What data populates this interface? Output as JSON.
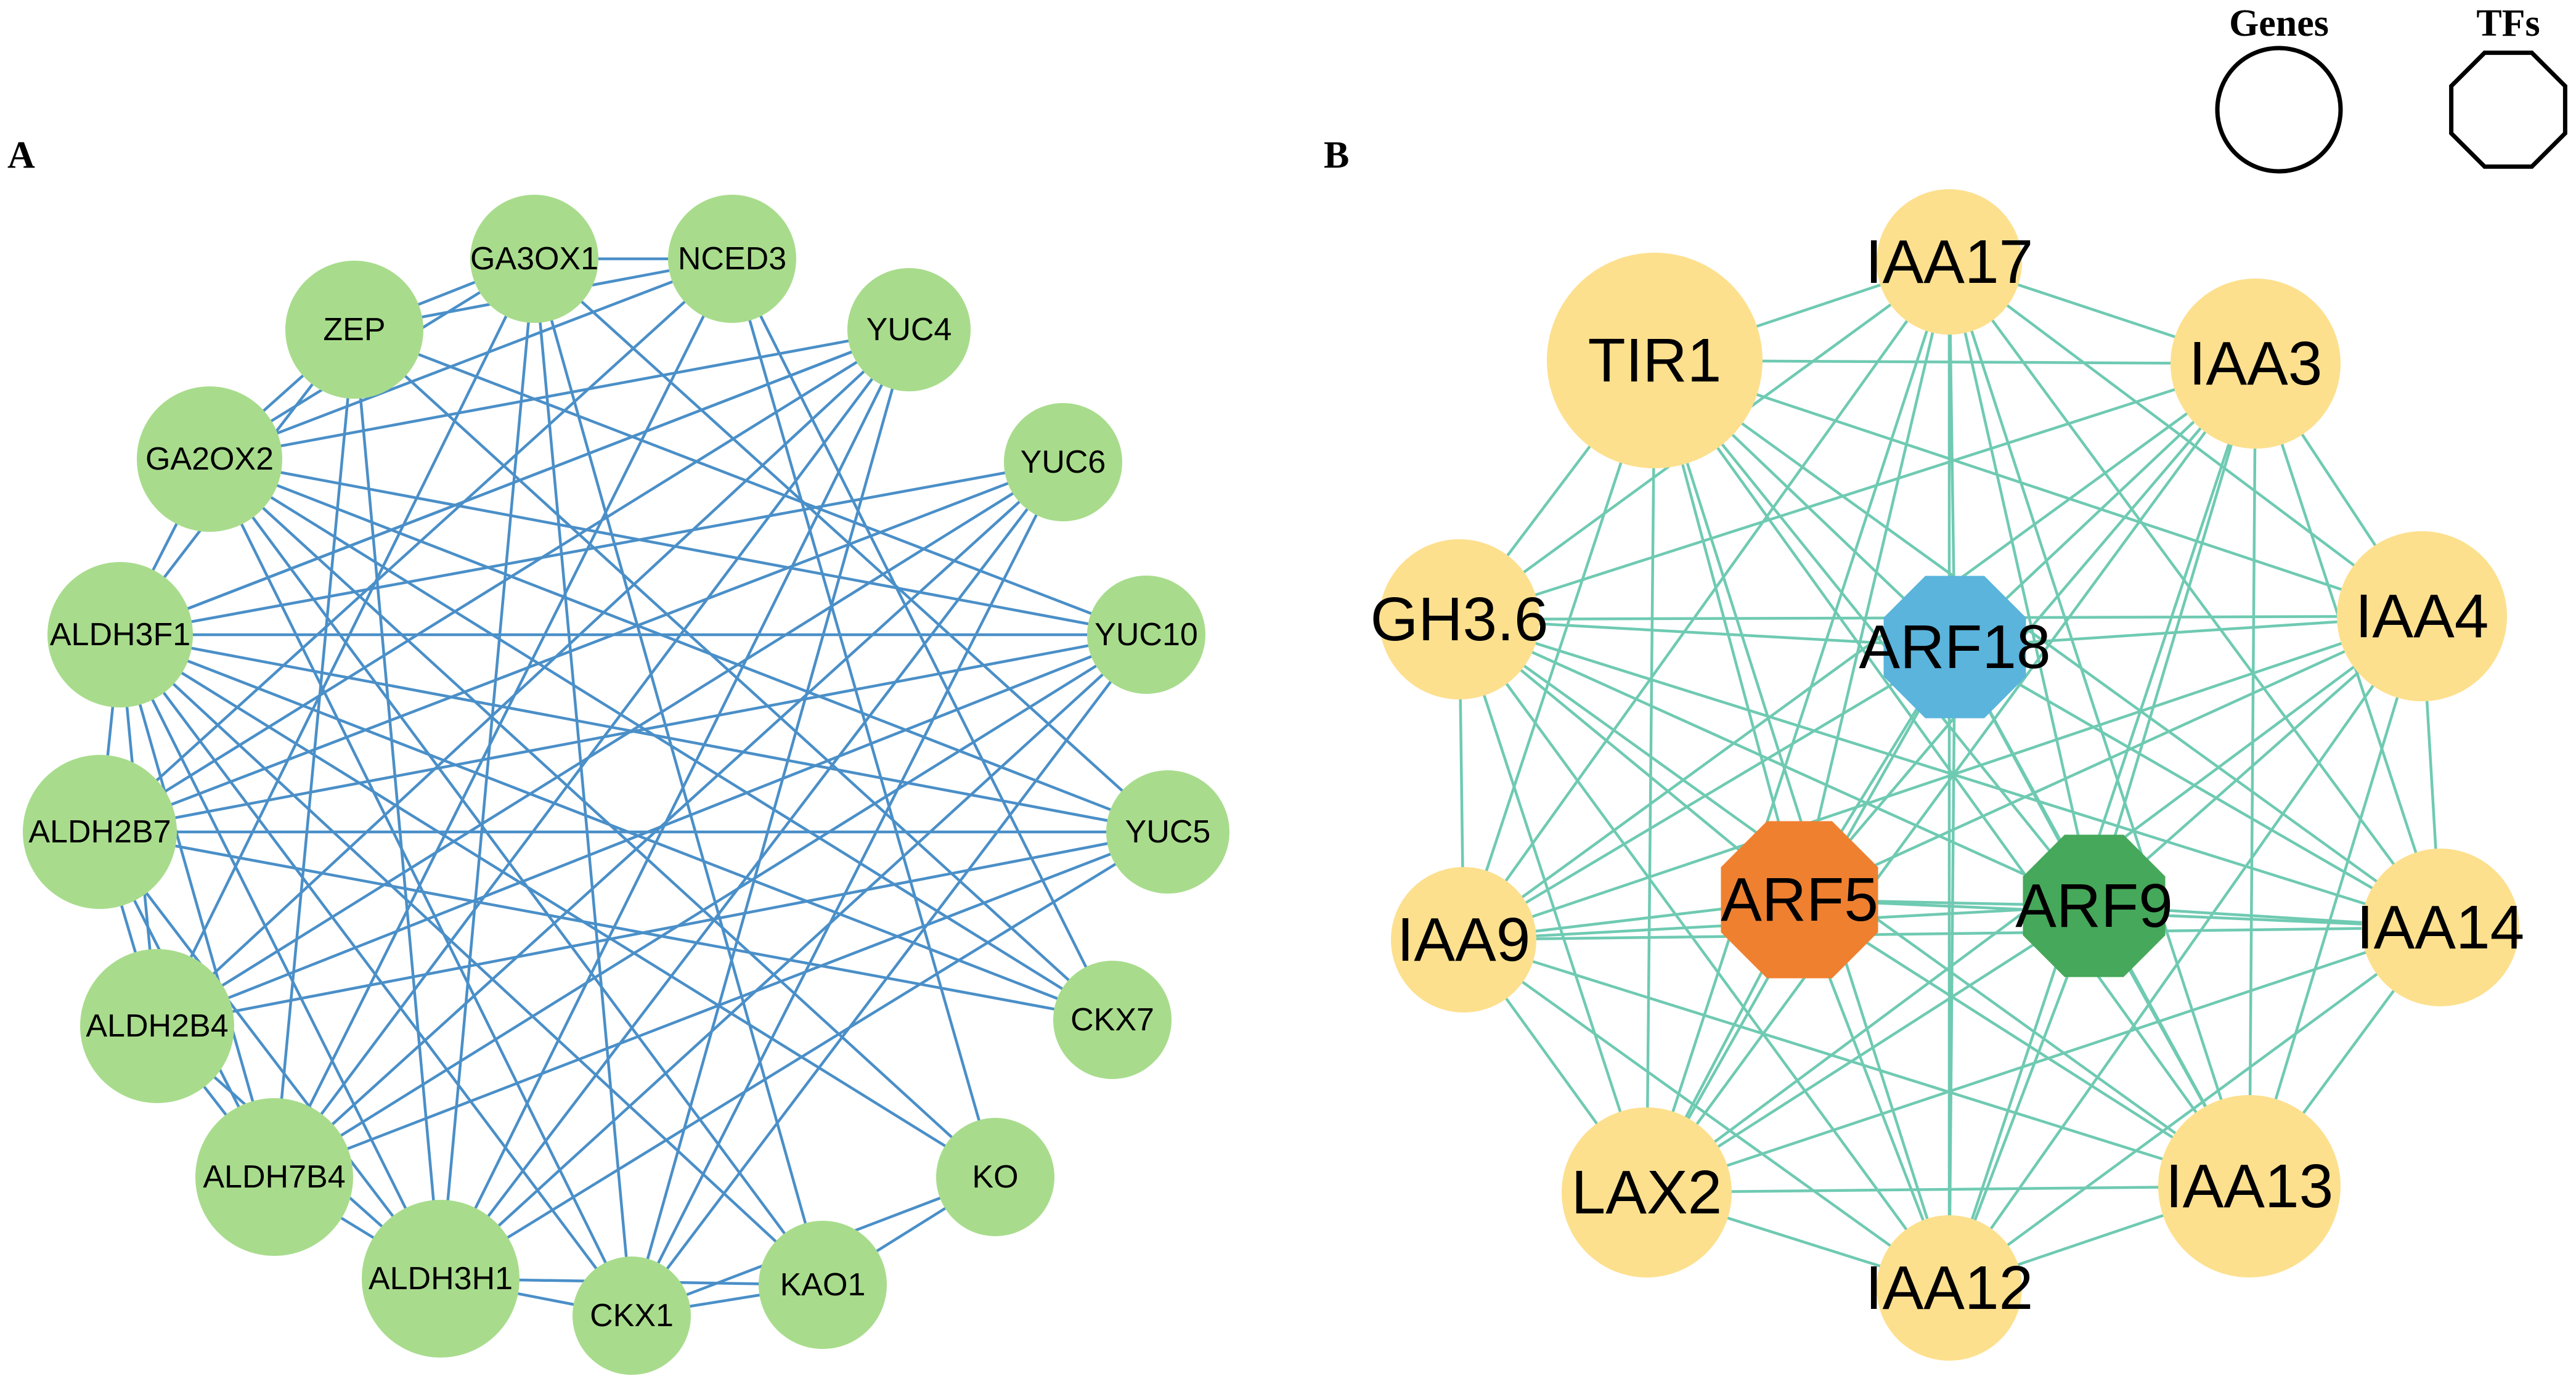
{
  "panels": [
    {
      "letter": "A",
      "node_color": "#a8dc8c",
      "edge_color": "#4a8fc8",
      "nodes": [
        {
          "id": "GA3OX1",
          "label": "GA3OX1",
          "shape": "circle"
        },
        {
          "id": "NCED3",
          "label": "NCED3",
          "shape": "circle"
        },
        {
          "id": "YUC4",
          "label": "YUC4",
          "shape": "circle"
        },
        {
          "id": "YUC6",
          "label": "YUC6",
          "shape": "circle"
        },
        {
          "id": "YUC10",
          "label": "YUC10",
          "shape": "circle"
        },
        {
          "id": "YUC5",
          "label": "YUC5",
          "shape": "circle"
        },
        {
          "id": "CKX7",
          "label": "CKX7",
          "shape": "circle"
        },
        {
          "id": "KO",
          "label": "KO",
          "shape": "circle"
        },
        {
          "id": "KAO1",
          "label": "KAO1",
          "shape": "circle"
        },
        {
          "id": "CKX1",
          "label": "CKX1",
          "shape": "circle"
        },
        {
          "id": "ALDH3H1",
          "label": "ALDH3H1",
          "shape": "circle"
        },
        {
          "id": "ALDH7B4",
          "label": "ALDH7B4",
          "shape": "circle"
        },
        {
          "id": "ALDH2B4",
          "label": "ALDH2B4",
          "shape": "circle"
        },
        {
          "id": "ALDH2B7",
          "label": "ALDH2B7",
          "shape": "circle"
        },
        {
          "id": "ALDH3F1",
          "label": "ALDH3F1",
          "shape": "circle"
        },
        {
          "id": "GA2OX2",
          "label": "GA2OX2",
          "shape": "circle"
        },
        {
          "id": "ZEP",
          "label": "ZEP",
          "shape": "circle"
        }
      ],
      "edges": [
        [
          "ZEP",
          "GA3OX1"
        ],
        [
          "ZEP",
          "NCED3"
        ],
        [
          "ZEP",
          "GA2OX2"
        ],
        [
          "ZEP",
          "ALDH3F1"
        ],
        [
          "ZEP",
          "ALDH7B4"
        ],
        [
          "ZEP",
          "CKX7"
        ],
        [
          "ZEP",
          "YUC10"
        ],
        [
          "ZEP",
          "ALDH3H1"
        ],
        [
          "GA3OX1",
          "NCED3"
        ],
        [
          "GA3OX1",
          "GA2OX2"
        ],
        [
          "GA3OX1",
          "CKX1"
        ],
        [
          "GA3OX1",
          "ALDH3H1"
        ],
        [
          "GA3OX1",
          "KAO1"
        ],
        [
          "GA3OX1",
          "YUC5"
        ],
        [
          "GA3OX1",
          "ALDH2B4"
        ],
        [
          "NCED3",
          "GA2OX2"
        ],
        [
          "NCED3",
          "KO"
        ],
        [
          "NCED3",
          "ALDH2B7"
        ],
        [
          "NCED3",
          "CKX7"
        ],
        [
          "NCED3",
          "ALDH7B4"
        ],
        [
          "YUC4",
          "ALDH3F1"
        ],
        [
          "YUC4",
          "ALDH2B4"
        ],
        [
          "YUC4",
          "ALDH3H1"
        ],
        [
          "YUC4",
          "CKX1"
        ],
        [
          "YUC4",
          "ALDH7B4"
        ],
        [
          "YUC4",
          "GA2OX2"
        ],
        [
          "YUC4",
          "ALDH2B7"
        ],
        [
          "YUC6",
          "ALDH3F1"
        ],
        [
          "YUC6",
          "ALDH2B7"
        ],
        [
          "YUC6",
          "ALDH7B4"
        ],
        [
          "YUC6",
          "CKX1"
        ],
        [
          "YUC6",
          "ALDH3H1"
        ],
        [
          "YUC6",
          "ALDH2B4"
        ],
        [
          "YUC10",
          "ALDH3F1"
        ],
        [
          "YUC10",
          "ALDH2B7"
        ],
        [
          "YUC10",
          "ALDH2B4"
        ],
        [
          "YUC10",
          "ALDH7B4"
        ],
        [
          "YUC10",
          "ALDH3H1"
        ],
        [
          "YUC10",
          "CKX1"
        ],
        [
          "YUC10",
          "GA2OX2"
        ],
        [
          "YUC5",
          "ALDH3F1"
        ],
        [
          "YUC5",
          "ALDH2B7"
        ],
        [
          "YUC5",
          "ALDH2B4"
        ],
        [
          "YUC5",
          "ALDH7B4"
        ],
        [
          "YUC5",
          "ALDH3H1"
        ],
        [
          "YUC5",
          "GA2OX2"
        ],
        [
          "CKX7",
          "ALDH3F1"
        ],
        [
          "CKX7",
          "GA2OX2"
        ],
        [
          "CKX7",
          "ALDH2B7"
        ],
        [
          "KO",
          "KAO1"
        ],
        [
          "KO",
          "CKX1"
        ],
        [
          "KO",
          "GA2OX2"
        ],
        [
          "KO",
          "ALDH3F1"
        ],
        [
          "KAO1",
          "CKX1"
        ],
        [
          "KAO1",
          "GA2OX2"
        ],
        [
          "KAO1",
          "ALDH3F1"
        ],
        [
          "KAO1",
          "ALDH3H1"
        ],
        [
          "CKX1",
          "ALDH3H1"
        ],
        [
          "CKX1",
          "ALDH3F1"
        ],
        [
          "CKX1",
          "GA2OX2"
        ],
        [
          "ALDH3H1",
          "ALDH7B4"
        ],
        [
          "ALDH3H1",
          "ALDH2B4"
        ],
        [
          "ALDH3H1",
          "ALDH2B7"
        ],
        [
          "ALDH3H1",
          "ALDH3F1"
        ],
        [
          "ALDH7B4",
          "ALDH2B4"
        ],
        [
          "ALDH7B4",
          "ALDH2B7"
        ],
        [
          "ALDH7B4",
          "ALDH3F1"
        ],
        [
          "ALDH2B4",
          "ALDH2B7"
        ],
        [
          "ALDH2B4",
          "ALDH3F1"
        ],
        [
          "ALDH2B7",
          "ALDH3F1"
        ],
        [
          "ALDH3F1",
          "GA2OX2"
        ],
        [
          "ALDH3F1",
          "YUC4"
        ]
      ]
    },
    {
      "letter": "B",
      "edge_color": "#6fcab2",
      "nodes": [
        {
          "id": "IAA17",
          "label": "IAA17",
          "shape": "circle",
          "color": "#fde08e"
        },
        {
          "id": "IAA3",
          "label": "IAA3",
          "shape": "circle",
          "color": "#fde08e"
        },
        {
          "id": "IAA4",
          "label": "IAA4",
          "shape": "circle",
          "color": "#fde08e"
        },
        {
          "id": "IAA14",
          "label": "IAA14",
          "shape": "circle",
          "color": "#fde08e"
        },
        {
          "id": "IAA13",
          "label": "IAA13",
          "shape": "circle",
          "color": "#fde08e"
        },
        {
          "id": "IAA12",
          "label": "IAA12",
          "shape": "circle",
          "color": "#fde08e"
        },
        {
          "id": "LAX2",
          "label": "LAX2",
          "shape": "circle",
          "color": "#fde08e"
        },
        {
          "id": "IAA9",
          "label": "IAA9",
          "shape": "circle",
          "color": "#fde08e"
        },
        {
          "id": "GH3.6",
          "label": "GH3.6",
          "shape": "circle",
          "color": "#fde08e"
        },
        {
          "id": "TIR1",
          "label": "TIR1",
          "shape": "circle",
          "color": "#fde08e"
        },
        {
          "id": "ARF18",
          "label": "ARF18",
          "shape": "octagon",
          "color": "#5ab4dc"
        },
        {
          "id": "ARF5",
          "label": "ARF5",
          "shape": "octagon",
          "color": "#ef8030"
        },
        {
          "id": "ARF9",
          "label": "ARF9",
          "shape": "octagon",
          "color": "#45a85a"
        }
      ],
      "edges_all_pairs": true
    }
  ],
  "legend": [
    {
      "title": "Genes",
      "shape": "circle"
    },
    {
      "title": "TFs",
      "shape": "octagon"
    }
  ]
}
